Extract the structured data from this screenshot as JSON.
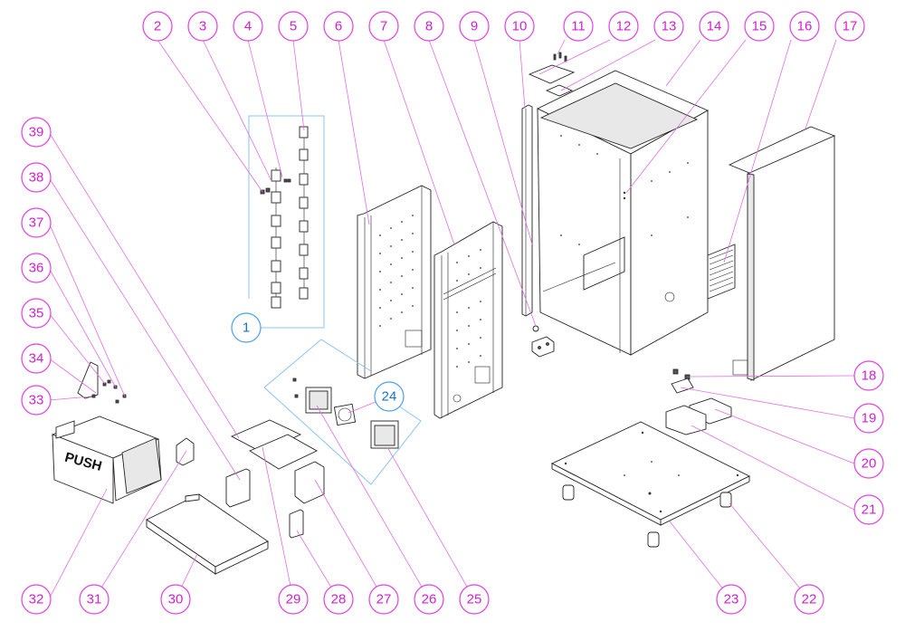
{
  "diagram": {
    "title": "",
    "push_label": "PUSH",
    "callouts": [
      {
        "id": "1",
        "color": "blue"
      },
      {
        "id": "2"
      },
      {
        "id": "3"
      },
      {
        "id": "4"
      },
      {
        "id": "5"
      },
      {
        "id": "6"
      },
      {
        "id": "7"
      },
      {
        "id": "8"
      },
      {
        "id": "9"
      },
      {
        "id": "10"
      },
      {
        "id": "11"
      },
      {
        "id": "12"
      },
      {
        "id": "13"
      },
      {
        "id": "14"
      },
      {
        "id": "15"
      },
      {
        "id": "16"
      },
      {
        "id": "17"
      },
      {
        "id": "18"
      },
      {
        "id": "19"
      },
      {
        "id": "20"
      },
      {
        "id": "21"
      },
      {
        "id": "22"
      },
      {
        "id": "23"
      },
      {
        "id": "24",
        "color": "blue"
      },
      {
        "id": "25"
      },
      {
        "id": "26"
      },
      {
        "id": "27"
      },
      {
        "id": "28"
      },
      {
        "id": "29"
      },
      {
        "id": "30"
      },
      {
        "id": "31"
      },
      {
        "id": "32"
      },
      {
        "id": "33"
      },
      {
        "id": "34"
      },
      {
        "id": "35"
      },
      {
        "id": "36"
      },
      {
        "id": "37"
      },
      {
        "id": "38"
      },
      {
        "id": "39"
      }
    ],
    "colors": {
      "callout_stroke": "#e040e0",
      "callout_text": "#d020d0",
      "group_stroke": "#8cc4f0",
      "group_text": "#1a70d0",
      "line_art": "#222222"
    }
  }
}
